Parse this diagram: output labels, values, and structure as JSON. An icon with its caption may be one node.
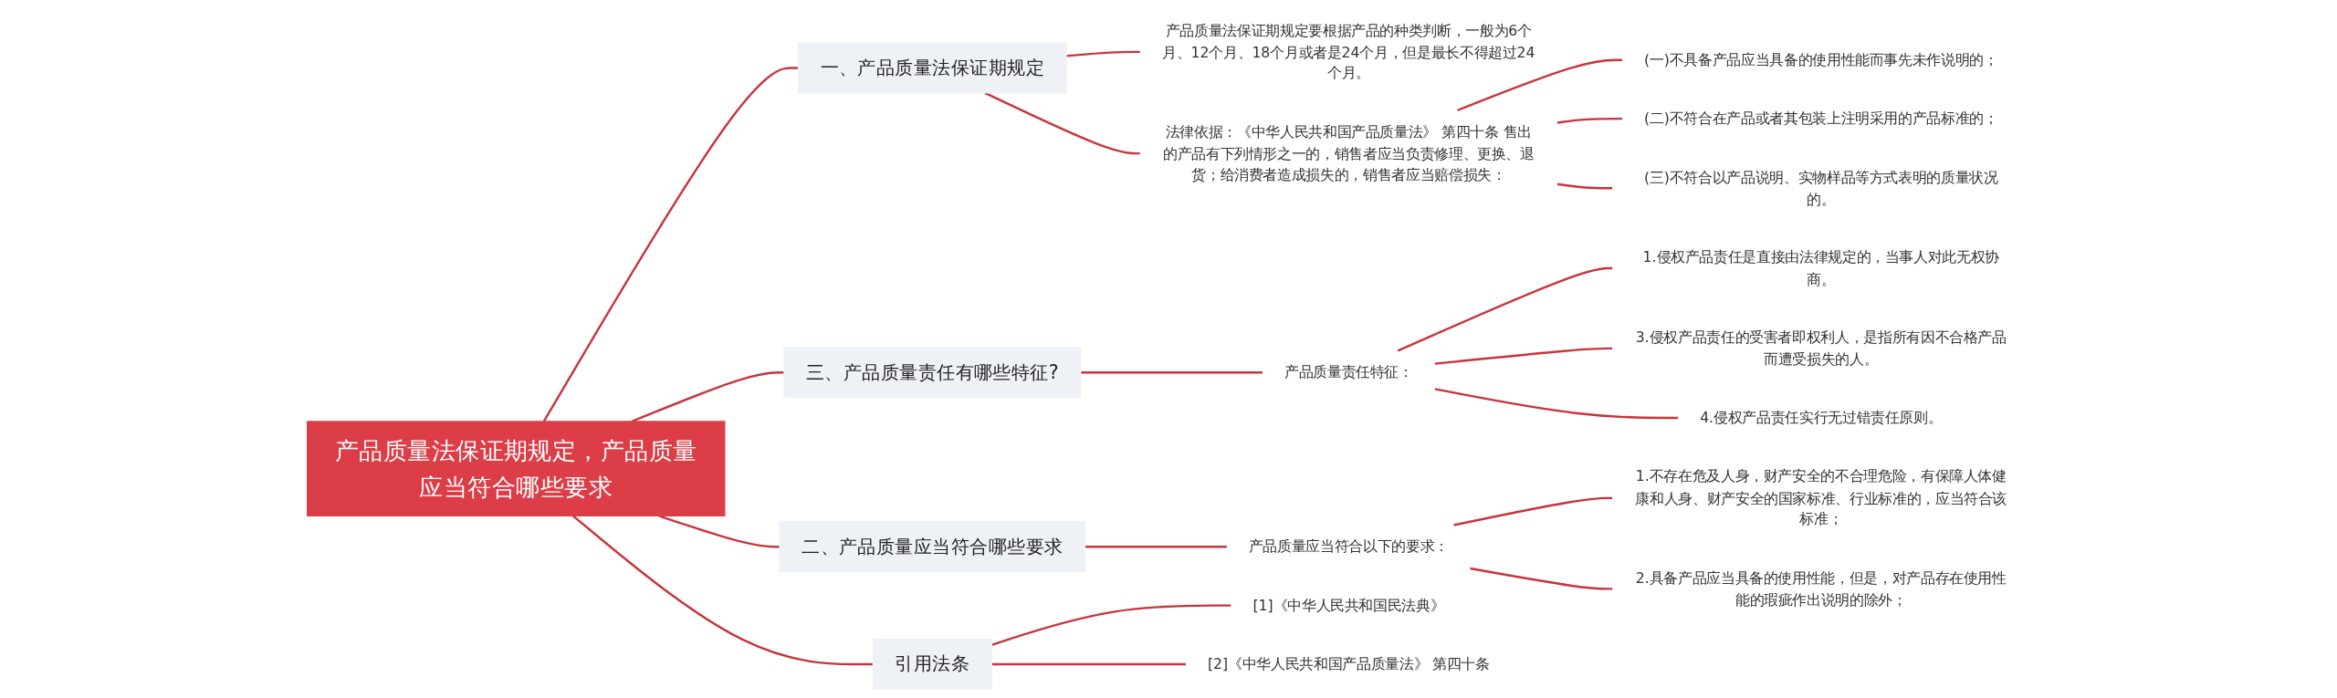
{
  "diagram": {
    "nodes": [
      {
        "text": [
          "产品质量法保证期规定，产品质量应当符合哪些要求"
        ]
      },
      {
        "text": [
          "一、产品质量法保证期规定"
        ]
      },
      {
        "text": [
          "产品质量法保证期规定要根据产品的种类判断，一般为6个月、12个月、18个月或者是24个月，但是最长不得超过24个月。"
        ]
      },
      {
        "text": [
          "法律依据：《中华人民共和国产品质量法》 第四十条 售出的产品有下列情形之一的，销售者应当负责修理、更换、退货；给消费者造成损失的，销售者应当赔偿损失："
        ]
      },
      {
        "text": [
          "(一)不具备产品应当具备的使用性能而事先未作说明的；"
        ]
      },
      {
        "text": [
          "(二)不符合在产品或者其包装上注明采用的产品标准的；"
        ]
      },
      {
        "text": [
          "(三)不符合以产品说明、实物样品等方式表明的质量状况的。"
        ]
      },
      {
        "text": [
          "三、产品质量责任有哪些特征?"
        ]
      },
      {
        "text": [
          "产品质量责任特征："
        ]
      },
      {
        "text": [
          "1.侵权产品责任是直接由法律规定的，当事人对此无权协商。"
        ]
      },
      {
        "text": [
          "3.侵权产品责任的受害者即权利人，是指所有因不合格产品而遭受损失的人。"
        ]
      },
      {
        "text": [
          "4.侵权产品责任实行无过错责任原则。"
        ]
      },
      {
        "text": [
          "二、产品质量应当符合哪些要求"
        ]
      },
      {
        "text": [
          "产品质量应当符合以下的要求："
        ]
      },
      {
        "text": [
          "1.不存在危及人身，财产安全的不合理危险，有保障人体健康和人身、财产安全的国家标准、行业标准的，应当符合该标准；"
        ]
      },
      {
        "text": [
          "2.具备产品应当具备的使用性能，但是，对产品存在使用性能的瑕疵作出说明的除外；"
        ]
      },
      {
        "text": [
          "引用法条"
        ]
      },
      {
        "text": [
          "[1]《中华人民共和国民法典》"
        ]
      },
      {
        "text": [
          "[2]《中华人民共和国产品质量法》 第四十条"
        ]
      }
    ],
    "edges": [
      {
        "from": 0,
        "to": 1,
        "arrow": "none"
      },
      {
        "from": 1,
        "to": 2,
        "arrow": "none"
      },
      {
        "from": 1,
        "to": 3,
        "arrow": "none"
      },
      {
        "from": 3,
        "to": 4,
        "arrow": "none"
      },
      {
        "from": 3,
        "to": 5,
        "arrow": "none"
      },
      {
        "from": 3,
        "to": 6,
        "arrow": "none"
      },
      {
        "from": 0,
        "to": 7,
        "arrow": "none"
      },
      {
        "from": 7,
        "to": 8,
        "arrow": "none"
      },
      {
        "from": 8,
        "to": 9,
        "arrow": "none"
      },
      {
        "from": 8,
        "to": 10,
        "arrow": "none"
      },
      {
        "from": 8,
        "to": 11,
        "arrow": "none"
      },
      {
        "from": 0,
        "to": 12,
        "arrow": "none"
      },
      {
        "from": 12,
        "to": 13,
        "arrow": "none"
      },
      {
        "from": 13,
        "to": 14,
        "arrow": "none"
      },
      {
        "from": 13,
        "to": 15,
        "arrow": "none"
      },
      {
        "from": 0,
        "to": 16,
        "arrow": "none"
      },
      {
        "from": 16,
        "to": 17,
        "arrow": "none"
      },
      {
        "from": 16,
        "to": 18,
        "arrow": "none"
      }
    ]
  }
}
